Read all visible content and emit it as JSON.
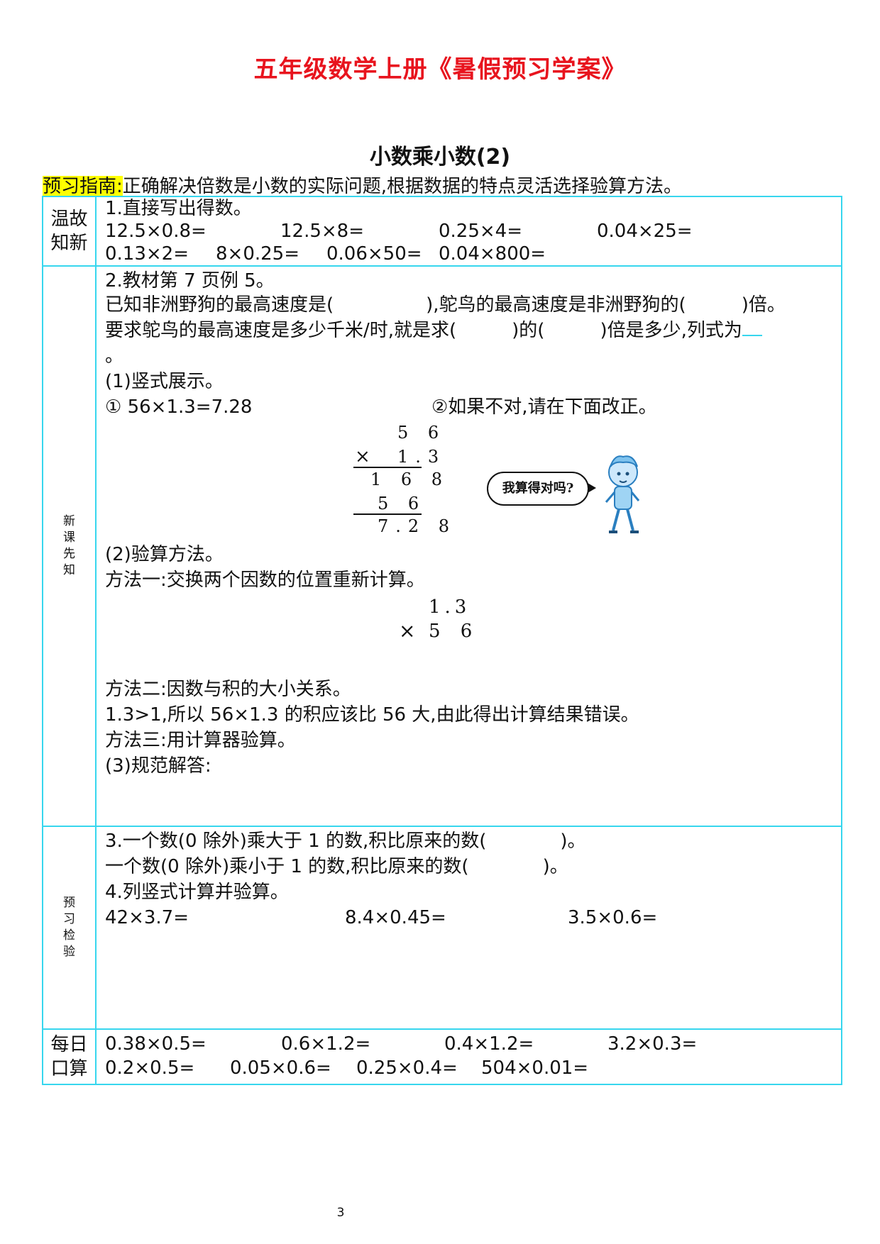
{
  "doc_title": "五年级数学上册《暑假预习学案》",
  "lesson_title": "小数乘小数(2)",
  "guide": {
    "label": "预习指南:",
    "text": "正确解决倍数是小数的实际问题,根据数据的特点灵活选择验算方法。"
  },
  "sections": {
    "review": {
      "label": [
        "温故",
        "知新"
      ],
      "heading": "1.直接写出得数。",
      "row1": [
        "12.5×0.8=",
        "12.5×8=",
        "0.25×4=",
        "0.04×25="
      ],
      "row2": [
        "0.13×2=",
        "8×0.25=",
        "0.06×50=",
        "0.04×800="
      ]
    },
    "new_lesson": {
      "label": [
        "新",
        "课",
        "先",
        "知"
      ],
      "heading": "2.教材第 7 页例 5。",
      "known": "已知非洲野狗的最高速度是(　　　　　),鸵鸟的最高速度是非洲野狗的(　　　)倍。",
      "ask": "要求鸵鸟的最高速度是多少千米/时,就是求(　　　)的(　　　)倍是多少,列式为",
      "period": "。",
      "step1": "(1)竖式展示。",
      "step1_a": "① 56×1.3=7.28",
      "step1_b": "②如果不对,请在下面改正。",
      "vertical": {
        "line1": "5 6",
        "op": "×",
        "line2": "1.3",
        "line3": "1 6 8",
        "line4": "5 6",
        "line5": "7.2 8"
      },
      "bubble": "我算得对吗?",
      "step2": "(2)验算方法。",
      "method1": "方法一:交换两个因数的位置重新计算。",
      "vertical2": {
        "line1": "1.3",
        "op": "×",
        "line2": "5 6"
      },
      "method2": "方法二:因数与积的大小关系。",
      "method2_text": "1.3>1,所以 56×1.3 的积应该比 56 大,由此得出计算结果错误。",
      "method3": "方法三:用计算器验算。",
      "step3": "(3)规范解答:"
    },
    "check": {
      "label": [
        "预",
        "习",
        "检",
        "验"
      ],
      "q3a": "3.一个数(0 除外)乘大于 1 的数,积比原来的数(　　　　)。",
      "q3b": "一个数(0 除外)乘小于 1 的数,积比原来的数(　　　　)。",
      "q4": "4.列竖式计算并验算。",
      "row": [
        "42×3.7=",
        "8.4×0.45=",
        "3.5×0.6="
      ]
    },
    "daily": {
      "label": [
        "每日",
        "口算"
      ],
      "row1": [
        "0.38×0.5=",
        "0.6×1.2=",
        "0.4×1.2=",
        "3.2×0.3="
      ],
      "row2": [
        "0.2×0.5=",
        "0.05×0.6=",
        "0.25×0.4=",
        "504×0.01="
      ]
    }
  },
  "page_number": "3",
  "colors": {
    "title": "#e8141e",
    "border": "#37d6ee",
    "highlight": "#ffff00"
  }
}
